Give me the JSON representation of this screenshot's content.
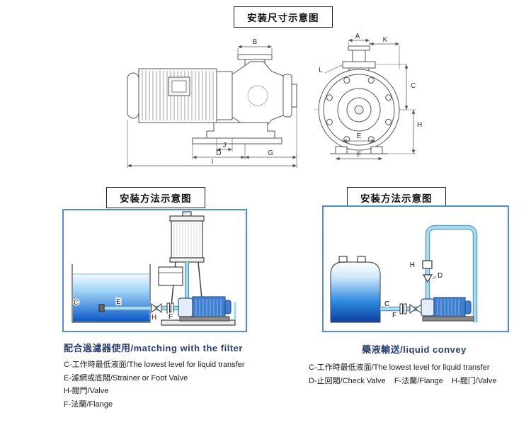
{
  "page_title": "安装尺寸示意图",
  "dims": {
    "A": "A",
    "B": "B",
    "C": "C",
    "D": "D",
    "E": "E",
    "F": "F",
    "G": "G",
    "H": "H",
    "I": "I",
    "J": "J",
    "K": "K",
    "L": "L"
  },
  "sections": {
    "left": {
      "title": "安装方法示意图",
      "caption": "配合過濾器使用/matching with the filter",
      "labels": {
        "C": "C",
        "E": "E",
        "H": "H",
        "F": "F"
      },
      "legend": [
        "C-工作時最低液面/The lowest level for liquid transfer",
        "E-濾網或底閥/Strainer or Foot Valve",
        "H-閥門/Valve",
        "F-法蘭/Flange"
      ]
    },
    "right": {
      "title": "安装方法示意图",
      "caption": "藥液輸送/liquid convey",
      "labels": {
        "H": "H",
        "D": "D",
        "C": "C",
        "F": "F"
      },
      "legend": [
        "C-工作時最低液面/The lowest level for liquid transfer",
        "D-止回閥/Check Valve    F-法蘭/Flange    H-閥门/Valve"
      ]
    }
  }
}
